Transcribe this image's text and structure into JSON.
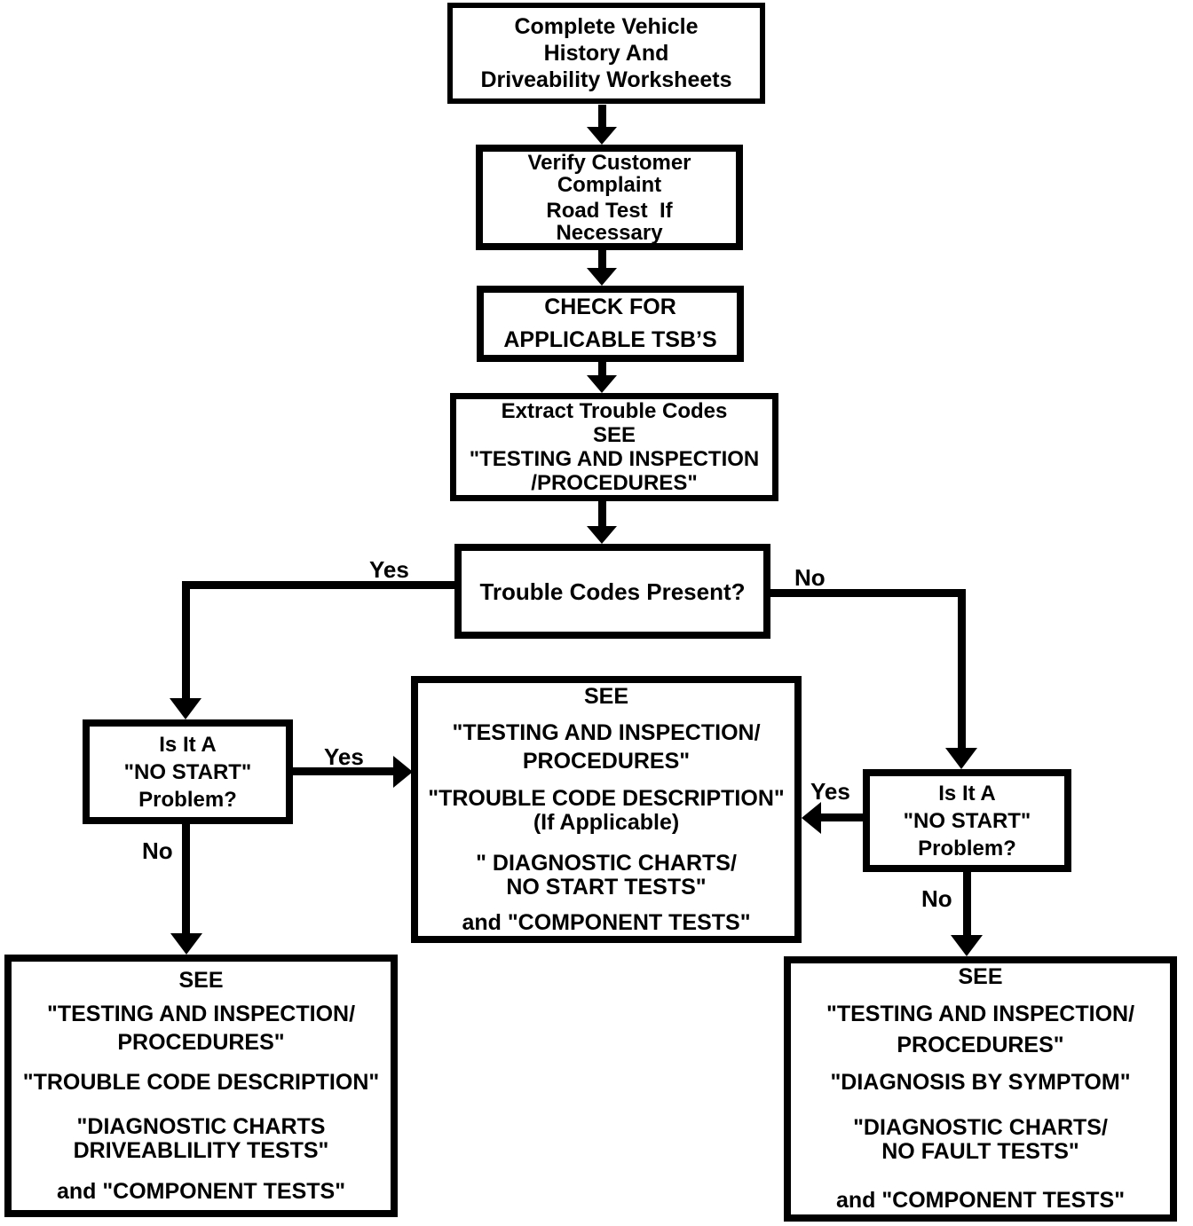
{
  "diagram": {
    "title": "Vehicle driveability diagnostic flowchart",
    "colors": {
      "background": "#ffffff",
      "line": "#000000",
      "text": "#000000"
    },
    "boxes": {
      "complete_vehicle": {
        "lines": [
          "Complete Vehicle",
          "History And",
          "Driveability Worksheets"
        ]
      },
      "verify_customer": {
        "lines": [
          "Verify Customer",
          "Complaint",
          "Road Test  If",
          "Necessary"
        ]
      },
      "check_tsbs": {
        "lines": [
          "CHECK FOR",
          "APPLICABLE TSB’S"
        ]
      },
      "extract_codes": {
        "lines": [
          "Extract Trouble Codes",
          "SEE",
          "\"TESTING AND INSPECTION",
          "/PROCEDURES\""
        ]
      },
      "trouble_codes_present": {
        "lines": [
          "Trouble Codes Present?"
        ]
      },
      "no_start_left": {
        "lines": [
          "Is It A",
          "\"NO START\"",
          "Problem?"
        ]
      },
      "no_start_right": {
        "lines": [
          "Is It A",
          "\"NO START\"",
          "Problem?"
        ]
      },
      "see_no_start": {
        "lines": [
          "SEE",
          "\"TESTING AND INSPECTION/",
          "PROCEDURES\"",
          "\"TROUBLE CODE DESCRIPTION\"",
          "(If Applicable)",
          "\" DIAGNOSTIC CHARTS/",
          "NO START TESTS\"",
          "and \"COMPONENT TESTS\""
        ]
      },
      "see_driveability": {
        "lines": [
          "SEE",
          "\"TESTING AND INSPECTION/",
          "PROCEDURES\"",
          "\"TROUBLE CODE DESCRIPTION\"",
          "\"DIAGNOSTIC CHARTS",
          "DRIVEABLILITY TESTS\"",
          "and \"COMPONENT TESTS\""
        ]
      },
      "see_no_fault": {
        "lines": [
          "SEE",
          "\"TESTING AND INSPECTION/",
          "PROCEDURES\"",
          "\"DIAGNOSIS BY SYMPTOM\"",
          "\"DIAGNOSTIC CHARTS/",
          "NO FAULT TESTS\"",
          "and \"COMPONENT TESTS\""
        ]
      }
    },
    "branch_labels": {
      "codes_yes": "Yes",
      "codes_no": "No",
      "left_yes": "Yes",
      "left_no": "No",
      "right_yes": "Yes",
      "right_no": "No"
    }
  }
}
